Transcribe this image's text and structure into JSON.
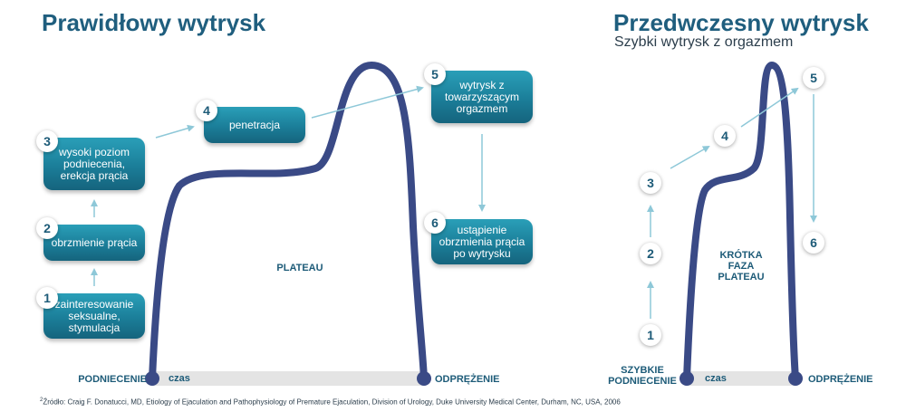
{
  "left": {
    "title": "Prawidłowy wytrysk",
    "steps": [
      {
        "num": "1",
        "text": "zainteresowanie seksualne, stymulacja"
      },
      {
        "num": "2",
        "text": "obrzmienie prącia"
      },
      {
        "num": "3",
        "text": "wysoki poziom podniecenia, erekcja prącia"
      },
      {
        "num": "4",
        "text": "penetracja"
      },
      {
        "num": "5",
        "text": "wytrysk z towarzyszącym orgazmem"
      },
      {
        "num": "6",
        "text": "ustąpienie obrzmienia prącia po wytrysku"
      }
    ],
    "plateau": "PLATEAU",
    "start_label": "PODNIECENIE",
    "end_label": "ODPRĘŻENIE",
    "time_label": "czas"
  },
  "right": {
    "title": "Przedwczesny wytrysk",
    "subtitle": "Szybki wytrysk z orgazmem",
    "steps": [
      "1",
      "2",
      "3",
      "4",
      "5",
      "6"
    ],
    "plateau": "KRÓTKA FAZA PLATEAU",
    "start_label": "SZYBKIE PODNIECENIE",
    "end_label": "ODPRĘŻENIE",
    "time_label": "czas"
  },
  "footnote_mark": "2",
  "source": "Źródło: Craig F. Donatucci, MD, Etiology of Ejaculation and Pathophysiology of Premature Ejaculation, Division of Urology, Duke University Medical Center, Durham, NC, USA, 2006",
  "colors": {
    "curve": "#3a4a86",
    "arrow": "#8ec8d8",
    "box": "#1b7e99",
    "title": "#1f5e7e",
    "baseline": "#e4e4e4"
  }
}
